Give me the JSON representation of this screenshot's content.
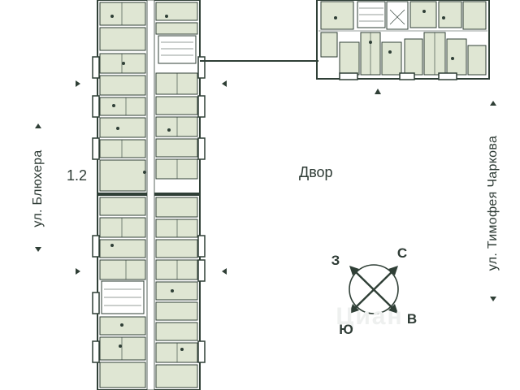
{
  "labels": {
    "street_left": "ул. Блюхера",
    "street_right": "ул. Тимофея Чаркова",
    "building_number": "1.2",
    "yard": "Двор"
  },
  "compass": {
    "north": "С",
    "west": "З",
    "south": "Ю",
    "east": "В"
  },
  "watermark": "Циан",
  "colors": {
    "building_outline": "#2f3f36",
    "apartment_fill": "#dfe6d3",
    "text": "#2e3b35"
  }
}
